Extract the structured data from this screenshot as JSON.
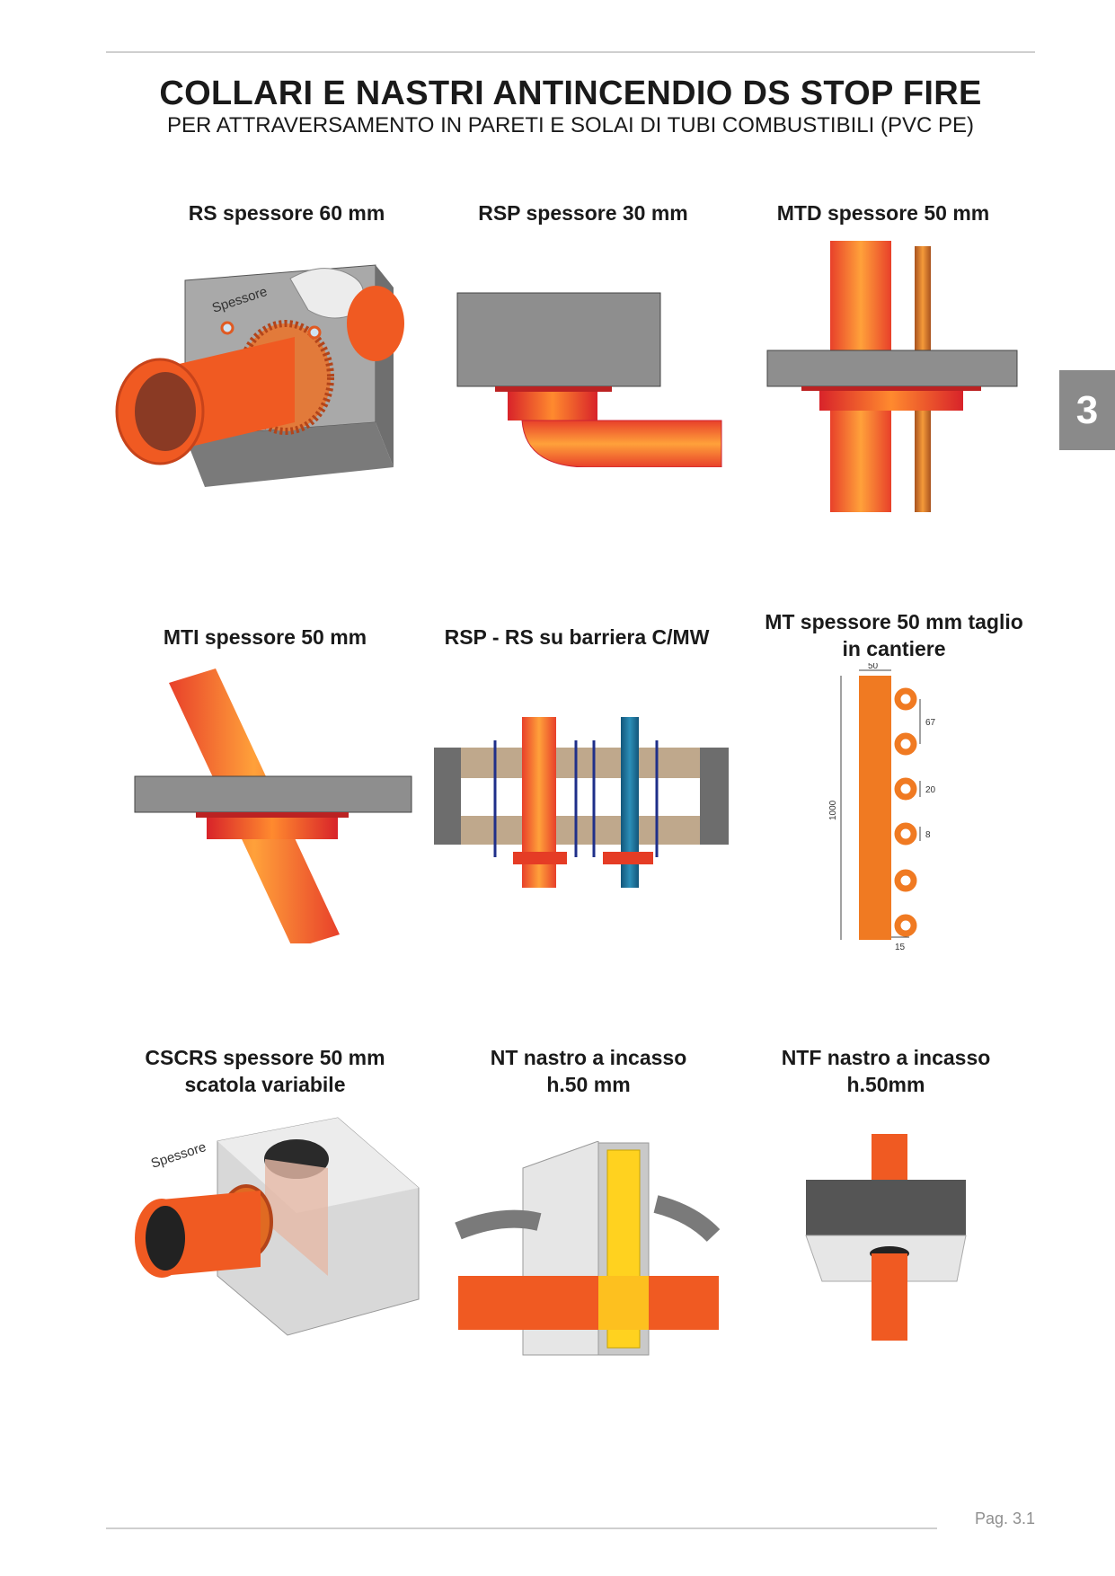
{
  "header": {
    "title": "COLLARI E NASTRI ANTINCENDIO DS STOP FIRE",
    "subtitle": "PER ATTRAVERSAMENTO IN PARETI E SOLAI DI TUBI COMBUSTIBILI (PVC PE)"
  },
  "section_tab": "3",
  "items": [
    {
      "caption": "RS spessore 60 mm",
      "annotation": "Spessore"
    },
    {
      "caption": "RSP spessore 30 mm"
    },
    {
      "caption": "MTD spessore 50 mm"
    },
    {
      "caption": "MTI spessore 50 mm"
    },
    {
      "caption": "RSP - RS su barriera C/MW"
    },
    {
      "caption_line1": "MT spessore 50 mm taglio",
      "caption_line2": "in cantiere",
      "dims": {
        "width": "50",
        "length": "1000",
        "pitch": "67",
        "loop": "20",
        "hole": "8",
        "tab": "15"
      }
    },
    {
      "caption_line1": "CSCRS spessore 50 mm",
      "caption_line2": "scatola variabile",
      "annotation": "Spessore"
    },
    {
      "caption_line1": "NT nastro a incasso",
      "caption_line2": "h.50 mm"
    },
    {
      "caption_line1": "NTF nastro a incasso",
      "caption_line2": "h.50mm"
    }
  ],
  "footer": {
    "page": "Pag. 3.1"
  },
  "colors": {
    "pipe": "#f05a22",
    "wall": "#8e8e8e",
    "collar": "#e3342a",
    "tab": "#8a8a8a"
  }
}
